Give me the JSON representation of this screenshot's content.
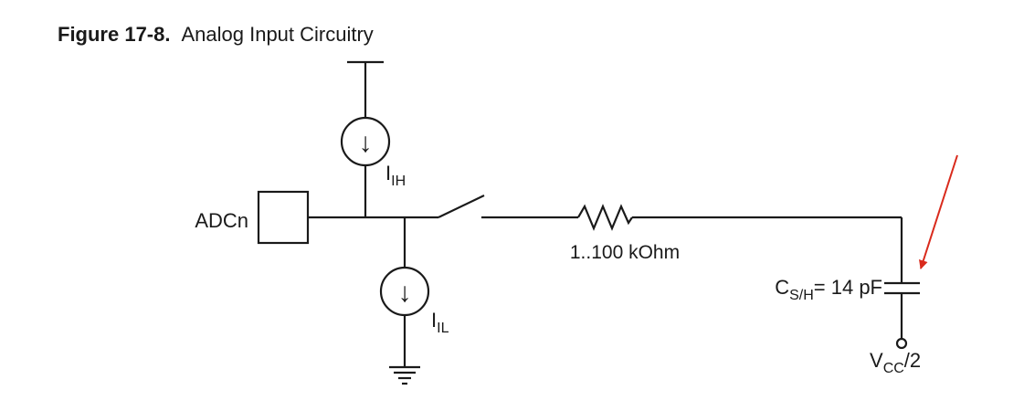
{
  "figure": {
    "number": "Figure 17-8.",
    "title": "Analog Input Circuitry"
  },
  "labels": {
    "pin": "ADCn",
    "i_high_main": "I",
    "i_high_sub": "IH",
    "i_low_main": "I",
    "i_low_sub": "IL",
    "resistor": "1..100 kOhm",
    "cap_main": "C",
    "cap_sub": "S/H",
    "cap_value": "= 14 pF",
    "vcc_main": "V",
    "vcc_sub": "CC",
    "vcc_suffix": "/2"
  },
  "icons": {
    "current_source_arrow": "↓"
  },
  "colors": {
    "ink": "#1a1a1a",
    "annotation_arrow": "#d92a1c"
  }
}
